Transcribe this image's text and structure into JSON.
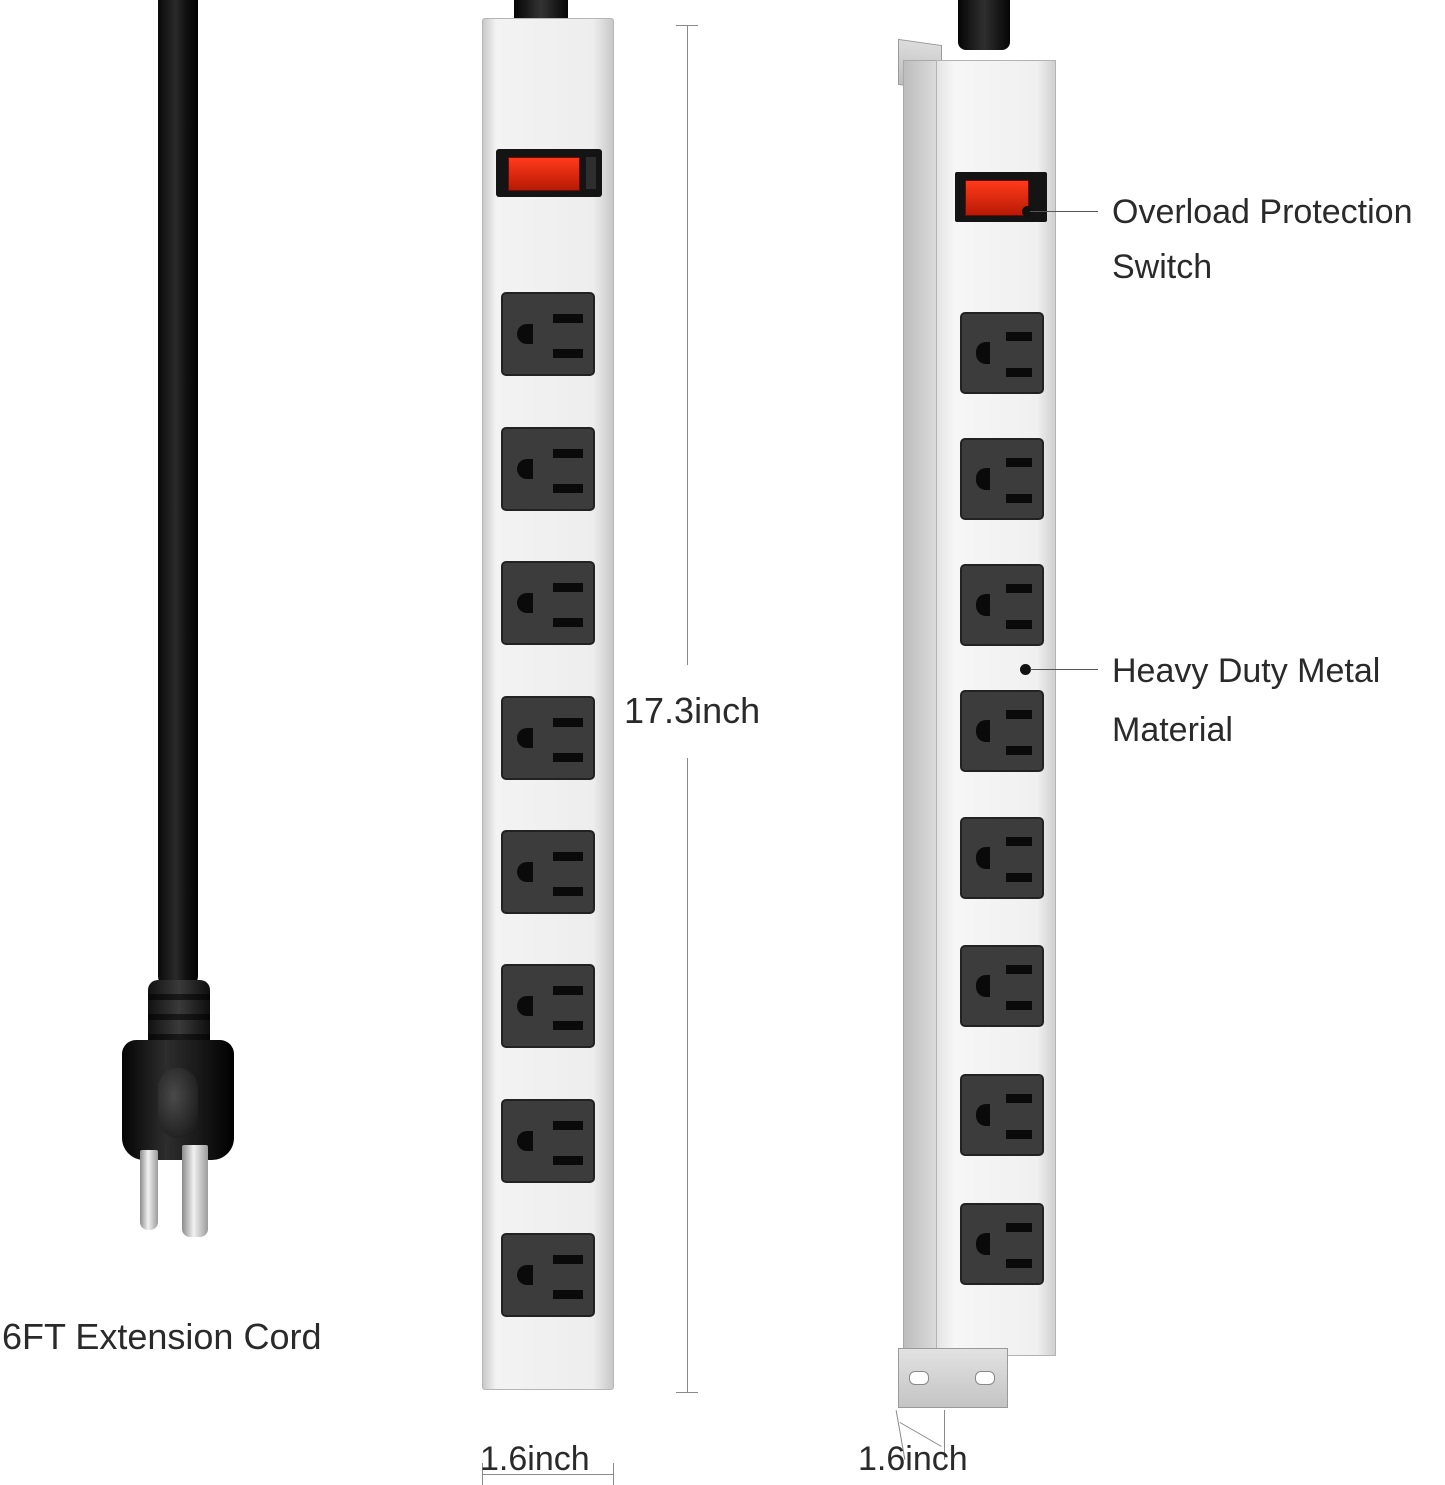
{
  "dimensions": {
    "length": "17.3inch",
    "width_front": "1.6inch",
    "width_angled": "1.6inch"
  },
  "cord_label": "6FT Extension Cord",
  "callouts": {
    "switch_line1": "Overload Protection",
    "switch_line2": "Switch",
    "material_line1": "Heavy Duty Metal",
    "material_line2": "Material"
  },
  "product": {
    "outlet_count": 8,
    "body_color": "#efefef",
    "switch_color": "#e0280f",
    "outlet_color": "#3c3c3c"
  }
}
